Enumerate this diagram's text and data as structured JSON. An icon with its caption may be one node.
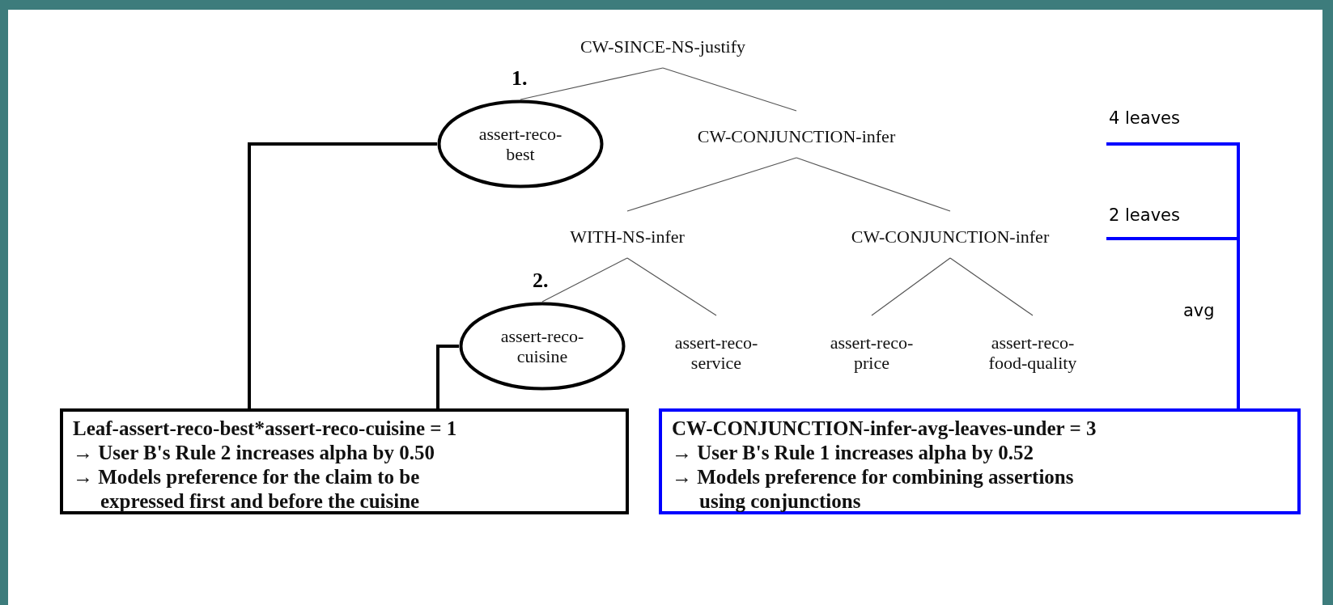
{
  "diagram": {
    "nodes": [
      {
        "text": [
          "CW-SINCE-NS-justify"
        ]
      },
      {
        "text": [
          "assert-reco-best"
        ],
        "beside": [
          "1."
        ]
      },
      {
        "text": [
          "CW-CONJUNCTION-infer"
        ]
      },
      {
        "text": [
          "WITH-NS-infer"
        ]
      },
      {
        "text": [
          "CW-CONJUNCTION-infer"
        ]
      },
      {
        "text": [
          "assert-reco-cuisine"
        ],
        "beside": [
          "2."
        ]
      },
      {
        "text": [
          "assert-reco-service"
        ]
      },
      {
        "text": [
          "assert-reco-price"
        ]
      },
      {
        "text": [
          "assert-reco-food-quality"
        ]
      },
      {
        "text": [
          "Leaf-assert-reco-best*assert-reco-cuisine = 1",
          "→ User B's Rule 2 increases alpha by 0.50",
          "→ Models preference for the claim to be expressed first and before the cuisine"
        ]
      },
      {
        "text": [
          "CW-CONJUNCTION-infer-avg-leaves-under = 3",
          "→ User B's Rule 1 increases alpha by 0.52",
          "→ Models preference for combining assertions using conjunctions"
        ]
      }
    ],
    "edges": [
      {
        "from": 0,
        "to": 1,
        "arrow": "none"
      },
      {
        "from": 0,
        "to": 2,
        "arrow": "none"
      },
      {
        "from": 2,
        "to": 3,
        "arrow": "none"
      },
      {
        "from": 2,
        "to": 4,
        "arrow": "none"
      },
      {
        "from": 3,
        "to": 5,
        "arrow": "none"
      },
      {
        "from": 3,
        "to": 6,
        "arrow": "none"
      },
      {
        "from": 4,
        "to": 7,
        "arrow": "none"
      },
      {
        "from": 4,
        "to": 8,
        "arrow": "none"
      },
      {
        "from": 1,
        "to": 9,
        "arrow": "none",
        "style": "thick",
        "color": "#000000"
      },
      {
        "from": 5,
        "to": 9,
        "arrow": "none",
        "style": "thick",
        "color": "#000000"
      },
      {
        "from": null,
        "to": 10,
        "arrow": "none",
        "label": "4 leaves",
        "style": "thick",
        "color": "#0000ff"
      },
      {
        "from": null,
        "to": 10,
        "arrow": "none",
        "label": "2 leaves",
        "style": "thick",
        "color": "#0000ff"
      }
    ],
    "labels": [
      "avg"
    ]
  }
}
